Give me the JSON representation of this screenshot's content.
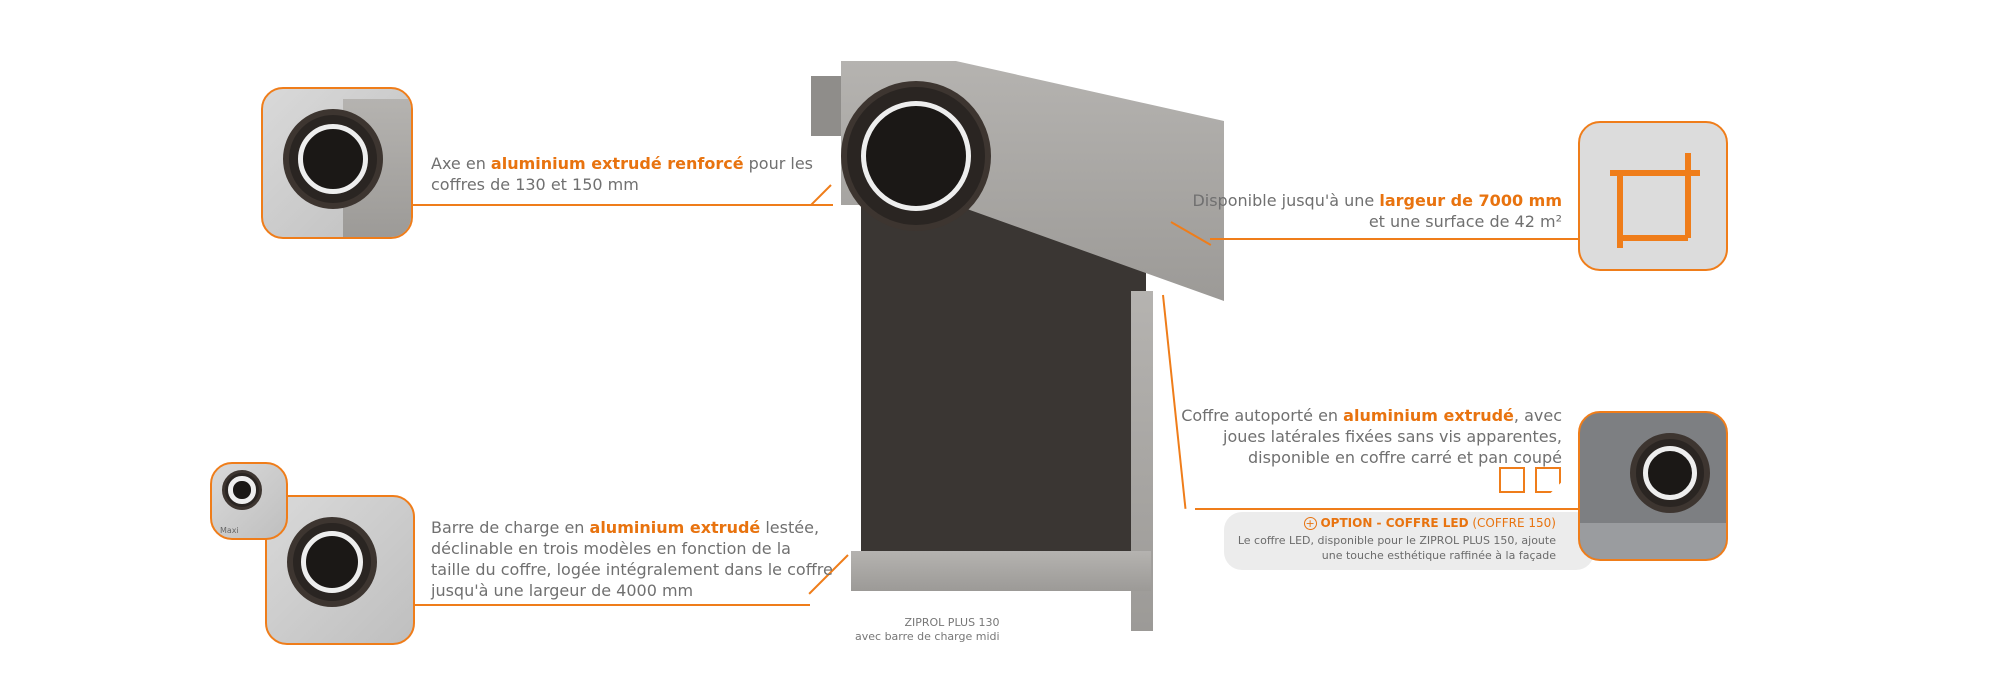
{
  "callouts": {
    "axe": {
      "pre": "Axe en ",
      "bold": "aluminium extrudé renforcé",
      "post": " pour les",
      "line2": "coffres de 130 et 150 mm"
    },
    "largeur": {
      "pre": "Disponible jusqu'à une ",
      "bold": "largeur de 7000 mm",
      "line2": "et une surface de 42 m²"
    },
    "coffre": {
      "pre": "Coffre autoporté en ",
      "bold": "aluminium extrudé",
      "post": ", avec",
      "line2": "joues latérales fixées sans vis apparentes,",
      "line3": "disponible en coffre carré et pan coupé"
    },
    "barre": {
      "pre": "Barre de charge en ",
      "bold": "aluminium extrudé",
      "post": " lestée,",
      "line2": "déclinable en trois modèles en fonction de la",
      "line3": "taille du coffre, logée intégralement dans le coffre",
      "line4": "jusqu'à une largeur de 4000 mm"
    }
  },
  "option": {
    "title": "OPTION - COFFRE LED",
    "suffix": " (COFFRE 150)",
    "line1": "Le coffre LED, disponible pour le ZIPROL PLUS 150, ajoute",
    "line2": "une touche esthétique raffinée à la façade"
  },
  "thumb_label": "Maxi",
  "caption": {
    "line1": "ZIPROL PLUS 130",
    "line2": "avec barre de charge midi"
  },
  "colors": {
    "accent": "#ef7d1a"
  }
}
